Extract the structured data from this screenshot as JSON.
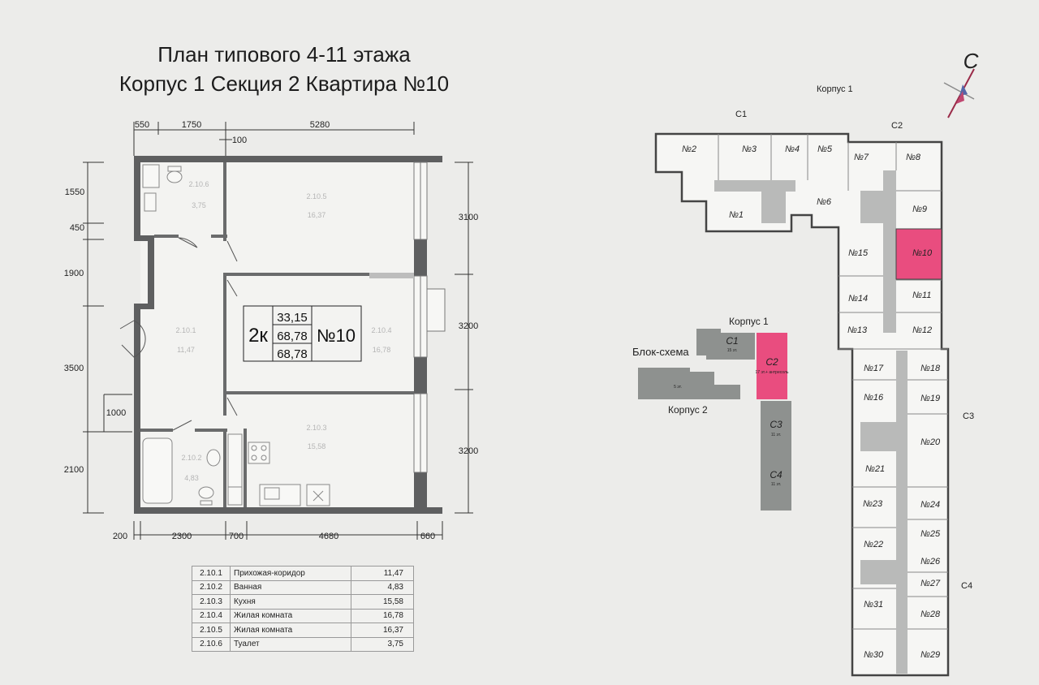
{
  "title": {
    "line1": "План типового 4-11 этажа",
    "line2": "Корпус 1 Секция 2 Квартира №10"
  },
  "plan": {
    "dims_top": [
      "550",
      "1750",
      "5280",
      "100"
    ],
    "dims_left": [
      "1550",
      "450",
      "1900",
      "3500",
      "1000",
      "2100"
    ],
    "dims_right": [
      "3100",
      "3200",
      "3200"
    ],
    "dims_bottom": [
      "200",
      "2300",
      "700",
      "4680",
      "660"
    ],
    "room_ids": [
      "2.10.6",
      "2.10.5",
      "2.10.1",
      "2.10.4",
      "2.10.2",
      "2.10.3"
    ],
    "room_areas": [
      "3,75",
      "16,37",
      "11,47",
      "16,78",
      "4,83",
      "15,58"
    ],
    "badge": {
      "type": "2к",
      "area_living": "33,15",
      "area_total": "68,78",
      "area_total2": "68,78",
      "number": "№10"
    }
  },
  "rooms_table": {
    "rows": [
      {
        "id": "2.10.1",
        "name": "Прихожая-коридор",
        "area": "11,47"
      },
      {
        "id": "2.10.2",
        "name": "Ванная",
        "area": "4,83"
      },
      {
        "id": "2.10.3",
        "name": "Кухня",
        "area": "15,58"
      },
      {
        "id": "2.10.4",
        "name": "Жилая комната",
        "area": "16,78"
      },
      {
        "id": "2.10.5",
        "name": "Жилая комната",
        "area": "16,37"
      },
      {
        "id": "2.10.6",
        "name": "Туалет",
        "area": "3,75"
      }
    ]
  },
  "compass": {
    "letter": "С"
  },
  "floor_map": {
    "building": "Корпус 1",
    "sections": [
      "С1",
      "С2",
      "С3",
      "С4"
    ],
    "apartments": [
      "№2",
      "№3",
      "№4",
      "№5",
      "№7",
      "№8",
      "№1",
      "№6",
      "№9",
      "№15",
      "№10",
      "№14",
      "№11",
      "№13",
      "№12",
      "№17",
      "№18",
      "№16",
      "№19",
      "№20",
      "№21",
      "№23",
      "№24",
      "№25",
      "№22",
      "№26",
      "№27",
      "№31",
      "№28",
      "№30",
      "№29"
    ],
    "highlight": "№10",
    "highlight_color": "#e94d7f"
  },
  "block_scheme": {
    "title": "Блок-схема",
    "korpus1": "Корпус 1",
    "korpus2": "Корпус 2",
    "c1": {
      "label": "С1",
      "floors": "15 эт."
    },
    "c2": {
      "label": "С2",
      "floors": "17 эт.+ антресоль"
    },
    "c3": {
      "label": "С3",
      "floors": "11 эт."
    },
    "c4": {
      "label": "С4",
      "floors": "11 эт."
    },
    "k2_floors": "5 эт.",
    "block_color": "#8e918f"
  }
}
